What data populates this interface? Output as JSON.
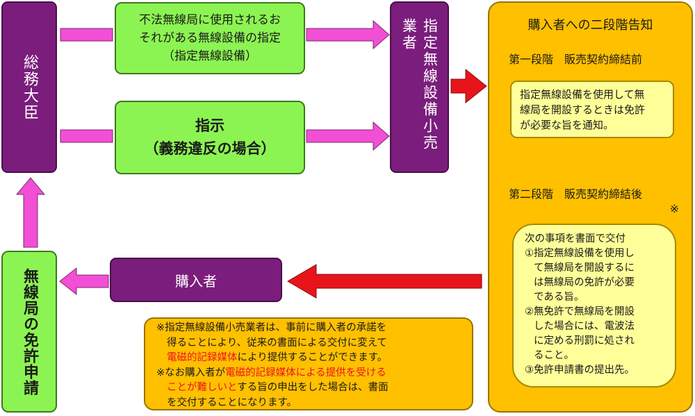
{
  "colors": {
    "purple": "#7b1d7c",
    "green": "#8cf452",
    "yellow": "#ffff99",
    "orange": "#ffc000",
    "pink_arrow": "#f24ed6",
    "red_arrow": "#e8141b",
    "note_red": "#e8141b"
  },
  "nodes": {
    "minister": "総務大臣",
    "designation": {
      "line1": "不法無線局に使用されるお",
      "line2": "それがある無線設備の指定",
      "line3": "（指定無線設備）"
    },
    "instruction": {
      "line1": "指示",
      "line2": "（義務違反の場合）"
    },
    "retailer": "指定無線設備小売業者",
    "purchaser": "購入者",
    "license_application": "無線局の免許申請"
  },
  "notification": {
    "title": "購入者への二段階告知",
    "stage1_title": "第一段階　販売契約締結前",
    "stage1_text": {
      "line1": "指定無線設備を使用して無",
      "line2": "線局を開設するときは免許",
      "line3": "が必要な旨を通知。"
    },
    "stage2_title": "第二段階　販売契約締結後",
    "stage2_mark": "※",
    "stage2_intro": "次の事項を書面で交付",
    "stage2_items": [
      {
        "num": "①",
        "lines": [
          "指定無線設備を使用し",
          "て無線局を開設するに",
          "は無線局の免許が必要",
          "である旨。"
        ]
      },
      {
        "num": "②",
        "lines": [
          "無免許で無線局を開設",
          "した場合には、電波法",
          "に定める刑罰に処され",
          "ること。"
        ]
      },
      {
        "num": "③",
        "lines": [
          "免許申請書の提出先。"
        ]
      }
    ]
  },
  "footnote": {
    "p1_line1": "※指定無線設備小売業者は、事前に購入者の承諾を",
    "p1_line2": "得ることにより、従来の書面による交付に変えて",
    "p1_line3_red": "電磁的記録媒体",
    "p1_line3_rest": "により提供することができます。",
    "p2_line1_a": "※なお購入者が",
    "p2_line1_red": "電磁的記録媒体による提供を受ける",
    "p2_line2_red": "ことが難しいと",
    "p2_line2_rest": "する旨の申出をした場合は、書面",
    "p2_line3": "を交付することになります。"
  }
}
